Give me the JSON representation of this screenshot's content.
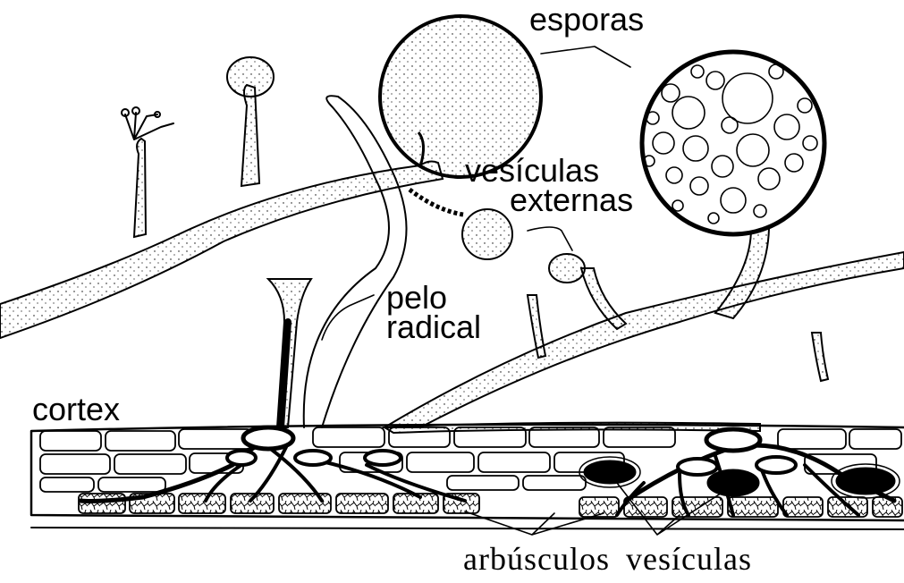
{
  "labels": {
    "esporas": "esporas",
    "vesiculas_externas_1": "vesículas",
    "vesiculas_externas_2": "externas",
    "pelo_radical_1": "pelo",
    "pelo_radical_2": "radical",
    "cortex": "cortex",
    "arbusculos": "arbúsculos",
    "vesiculas": "vesículas"
  },
  "colors": {
    "ink": "#000000",
    "background": "#ffffff"
  }
}
